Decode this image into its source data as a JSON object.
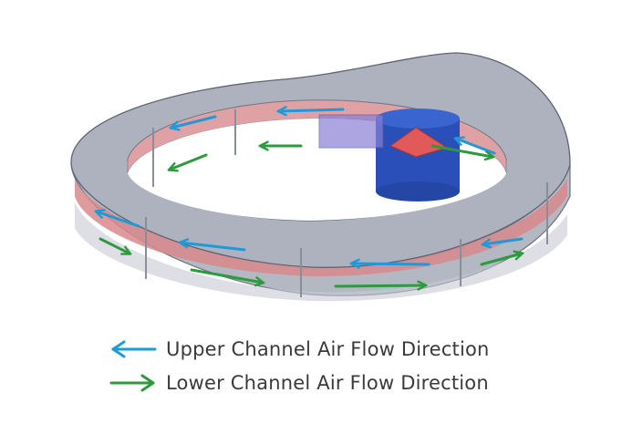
{
  "legend": {
    "upper": {
      "label": "Upper Channel Air Flow Direction",
      "arrow_color": "#1e9ad8",
      "direction": "left"
    },
    "lower": {
      "label": "Lower Channel Air Flow Direction",
      "arrow_color": "#2e9a3e",
      "direction": "right"
    }
  },
  "colors": {
    "body_gray": "#a9adba",
    "top_surface": "#aeb2bf",
    "channel_red": "#d8888c",
    "pipe_blue": "#2a4fb8",
    "triangle_red": "#e2595a"
  }
}
